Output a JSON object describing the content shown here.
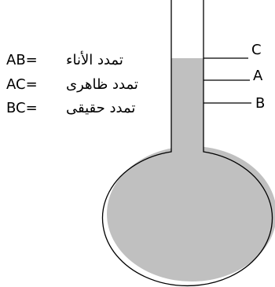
{
  "colors": {
    "background": "#ffffff",
    "liquid": "#c0c0c0",
    "outline": "#000000"
  },
  "captions": [
    {
      "symbol": "AB=",
      "arabic": "تمدد الأناء"
    },
    {
      "symbol": "AC=",
      "arabic": "تمدد ظاهرى"
    },
    {
      "symbol": "BC=",
      "arabic": "تمدد حقيقى"
    }
  ],
  "markers": [
    {
      "label": "C"
    },
    {
      "label": "A"
    },
    {
      "label": "B"
    }
  ]
}
